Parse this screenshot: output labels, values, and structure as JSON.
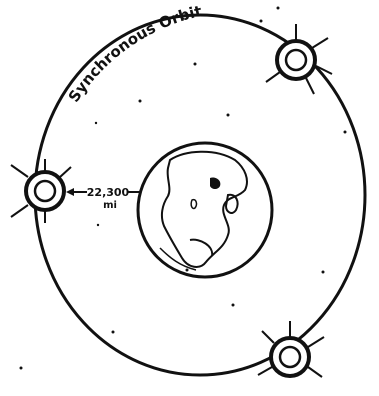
{
  "orbit_label": "Synchronous Orbit",
  "distance_value": "22,300",
  "distance_unit": "mi",
  "satellite_icon": "satellite-icon",
  "earth_icon": "earth-icon",
  "colors": {
    "ink": "#111111",
    "background": "#ffffff"
  }
}
